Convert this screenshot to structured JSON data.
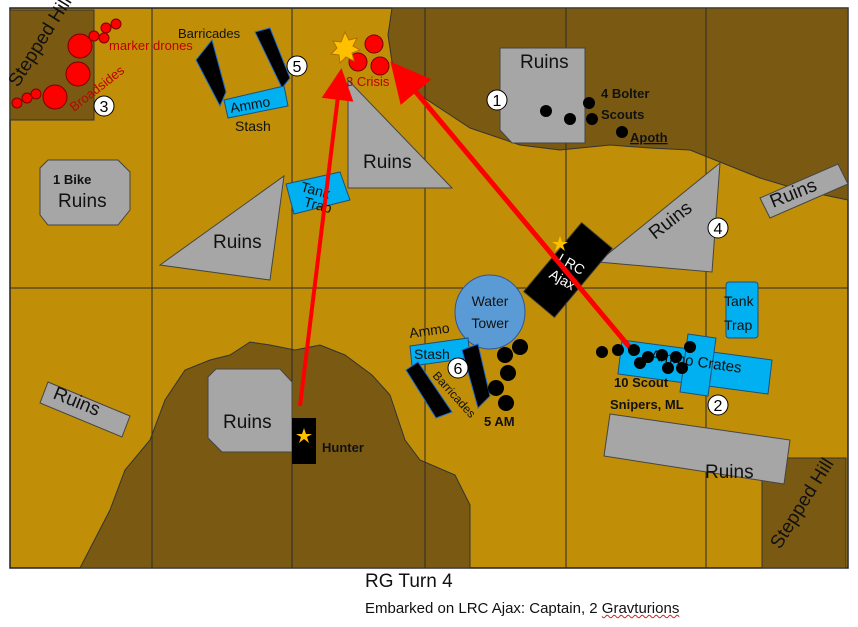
{
  "colors": {
    "board": "#c08f07",
    "hill_dark": "#7a5a12",
    "ruins": "#a6a6a6",
    "water_tower": "#5b9bd5",
    "blue_terrain": "#00b0f0",
    "enemy": "#ff0000",
    "arrow": "#ff0000",
    "black": "#000000",
    "star": "#ffc000",
    "red_label": "#c00000"
  },
  "terrain": {
    "stepped_hill_nw": "Stepped Hill",
    "stepped_hill_se": "Stepped Hill",
    "ruins_top": "Ruins",
    "ruins_center": "Ruins",
    "ruins_left_bike": "Ruins",
    "ruins_left_triangle": "Ruins",
    "ruins_right_triangle": "Ruins",
    "ruins_top_right": "Ruins",
    "ruins_left_bottom": "Ruins",
    "ruins_bottom_square": "Ruins",
    "ruins_bottom_right": "Ruins",
    "water_tower_line1": "Water",
    "water_tower_line2": "Tower",
    "ammo_stash_top_line1": "Ammo",
    "ammo_stash_top_line2": "Stash",
    "ammo_stash_mid_line1": "Ammo",
    "ammo_stash_mid_line2": "Stash",
    "tank_trap_top_line1": "Tank",
    "tank_trap_top_line2": "Trap",
    "tank_trap_right_line1": "Tank",
    "tank_trap_right_line2": "Trap",
    "ammo_crates": "Ammo Crates",
    "barricades_top": "Barricades",
    "barricades_mid": "Barricades"
  },
  "units": {
    "bike": "1 Bike",
    "bolter_scouts_line1": "4 Bolter",
    "bolter_scouts_line2": "Scouts",
    "apoth": "Apoth",
    "scout_snipers_line1": "10 Scout",
    "scout_snipers_line2": "Snipers, ML",
    "am": "5 AM",
    "hunter": "Hunter",
    "lrc_line1": "LRC",
    "lrc_line2": "Ajax"
  },
  "enemy_units": {
    "marker_drones": "marker drones",
    "broadsides": "Broadsides",
    "crisis": "3 Crisis"
  },
  "objectives": [
    "1",
    "2",
    "3",
    "4",
    "5",
    "6"
  ],
  "caption": {
    "title": "RG Turn 4",
    "subtitle_prefix": "Embarked on LRC Ajax: Captain, 2 ",
    "subtitle_grav": "Gravturions"
  }
}
